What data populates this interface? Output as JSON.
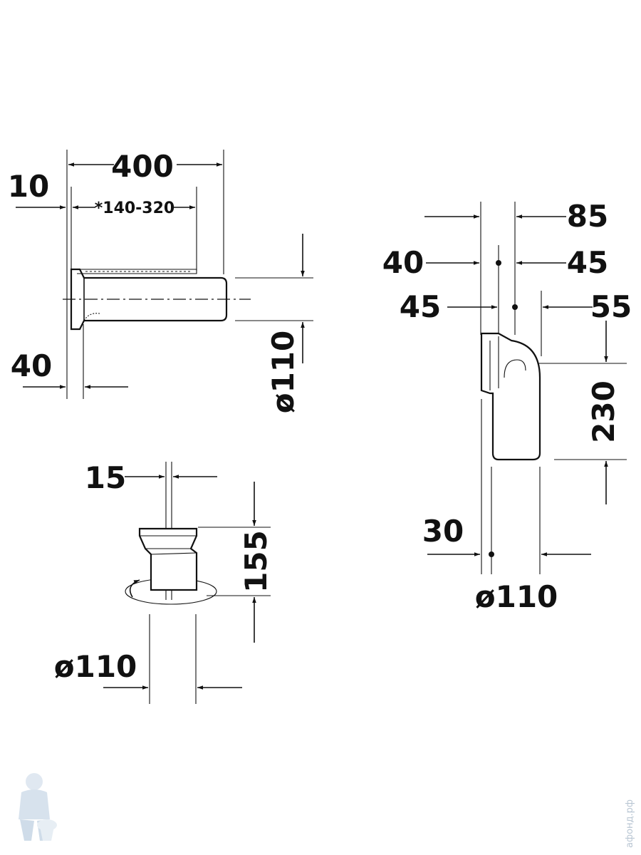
{
  "dimensions": {
    "pipe_length": "400",
    "pipe_offset": "10",
    "pipe_range": "*140-320",
    "pipe_socket": "40",
    "pipe_diameter": "ø110",
    "eccentric_offset": "15",
    "eccentric_height": "155",
    "eccentric_diameter": "ø110",
    "bend_85": "85",
    "bend_40": "40",
    "bend_45_right": "45",
    "bend_45_left": "45",
    "bend_55": "55",
    "bend_230": "230",
    "bend_30": "30",
    "bend_diameter": "ø110"
  },
  "watermark": {
    "text": "афонд.рф",
    "icon": "plumber-mascot-icon"
  }
}
